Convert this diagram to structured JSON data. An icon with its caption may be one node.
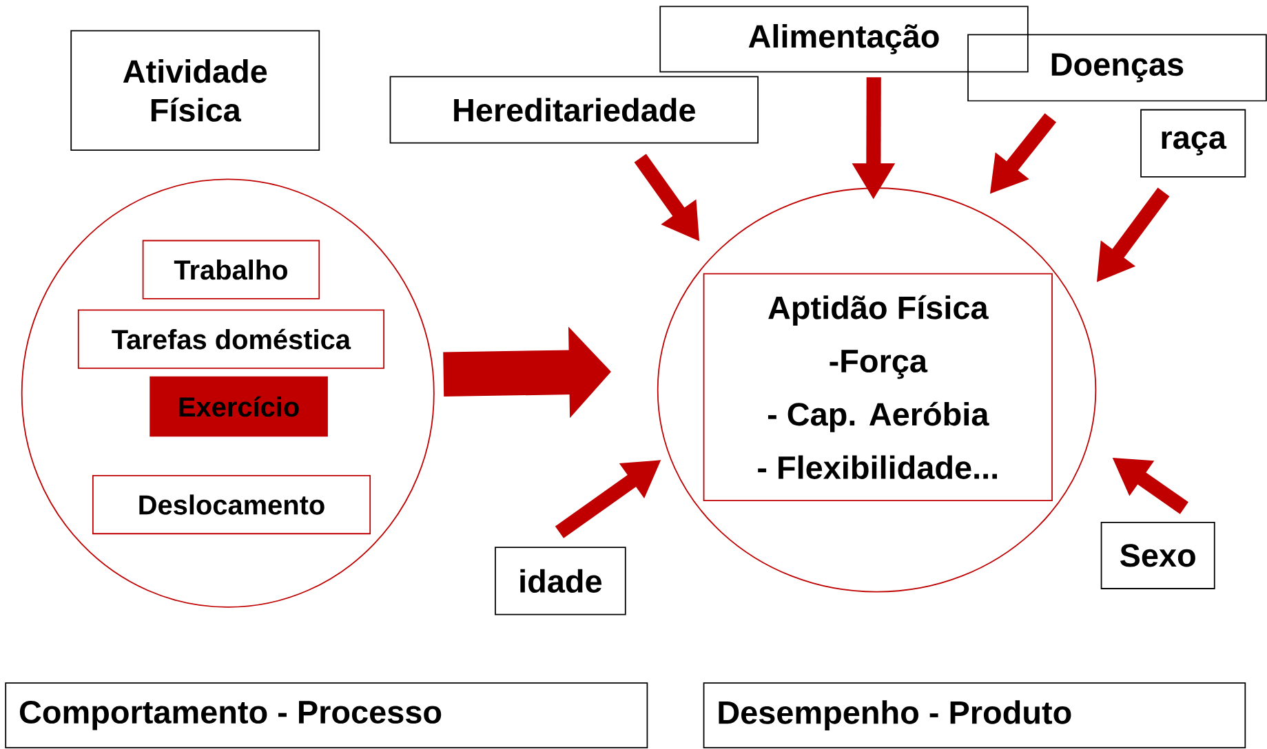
{
  "diagram": {
    "nodes": [
      {
        "text": [
          "Atividade Física"
        ]
      },
      {
        "text": [],
        "shape": "circle"
      },
      {
        "text": [
          "Trabalho"
        ],
        "in": 1
      },
      {
        "text": [
          "Tarefas doméstica"
        ],
        "in": 1
      },
      {
        "text": [
          "Exercício"
        ],
        "in": 1
      },
      {
        "text": [
          "Deslocamento"
        ],
        "in": 1
      },
      {
        "text": [],
        "shape": "circle"
      },
      {
        "text": [
          "Aptidão Física",
          "-Força",
          "- Cap. Aeróbia",
          "- Flexibilidade..."
        ],
        "in": 6
      },
      {
        "text": [
          "Hereditariedade"
        ]
      },
      {
        "text": [
          "Alimentação"
        ]
      },
      {
        "text": [
          "Doenças"
        ]
      },
      {
        "text": [
          "raça"
        ]
      },
      {
        "text": [
          "idade"
        ]
      },
      {
        "text": [
          "Sexo"
        ]
      },
      {
        "text": [
          "Comportamento - Processo"
        ]
      },
      {
        "text": [
          "Desempenho - Produto"
        ]
      }
    ],
    "edges": [
      {
        "from": 1,
        "to": 6,
        "arrow": "to",
        "style": "thick"
      },
      {
        "from": 8,
        "to": 6,
        "arrow": "to"
      },
      {
        "from": 9,
        "to": 6,
        "arrow": "to"
      },
      {
        "from": 10,
        "to": 6,
        "arrow": "to"
      },
      {
        "from": 11,
        "to": 6,
        "arrow": "to"
      },
      {
        "from": 12,
        "to": 6,
        "arrow": "to"
      },
      {
        "from": 13,
        "to": 6,
        "arrow": "to"
      }
    ]
  }
}
